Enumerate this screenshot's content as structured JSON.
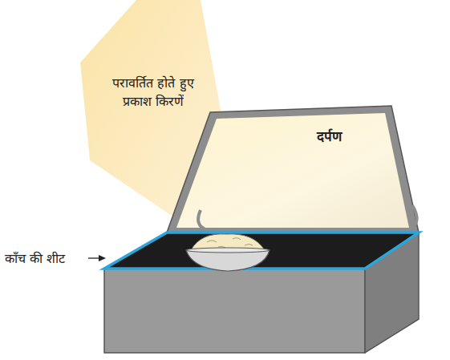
{
  "diagram": {
    "nodes": [
      {
        "text": [
          "परावर्तित होते हुए प्रकाश किरणें"
        ]
      },
      {
        "text": [
          "दर्पण"
        ]
      }
    ],
    "labels": [
      "काँच की शीट"
    ]
  }
}
